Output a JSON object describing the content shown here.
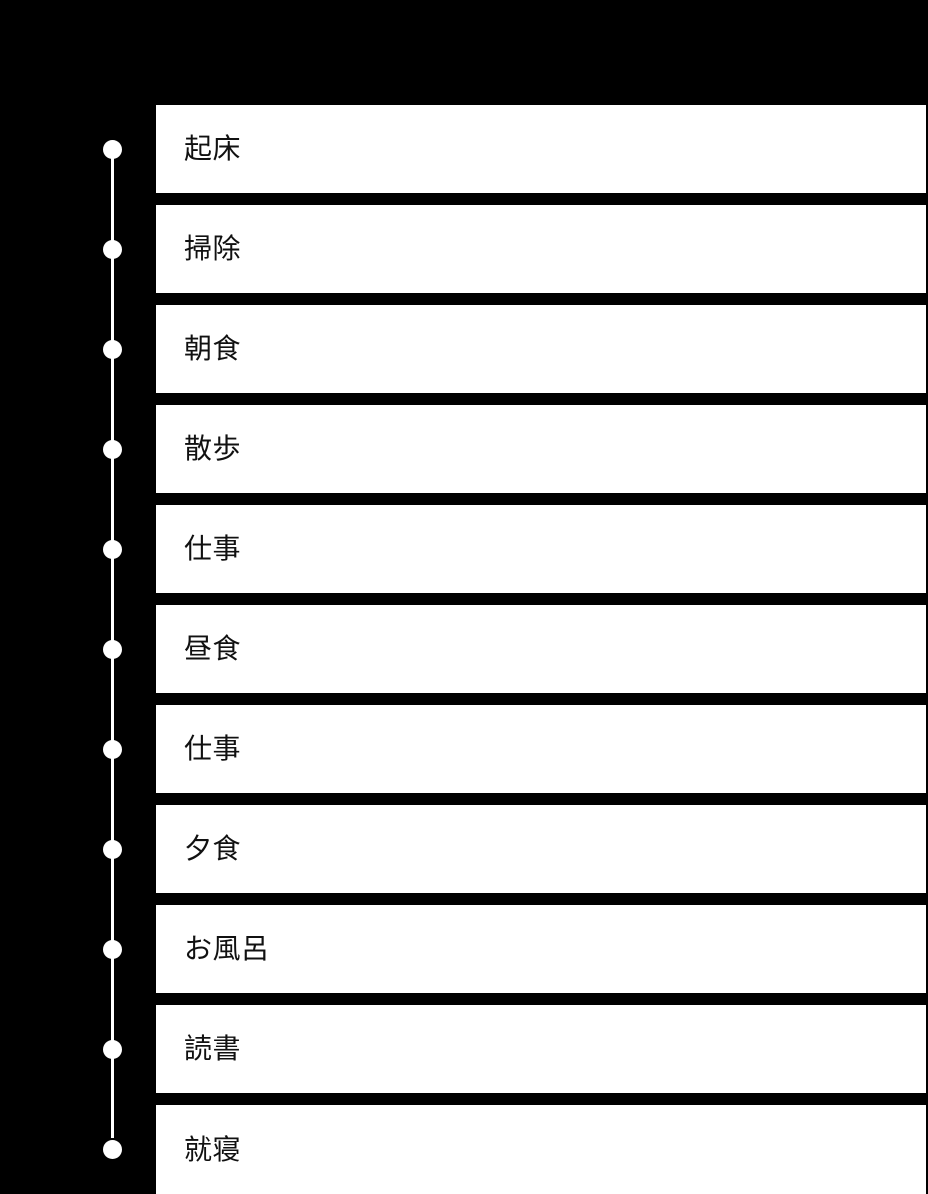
{
  "theme": {
    "background": "#000000",
    "card_background": "#ffffff",
    "text_color": "#111111",
    "rail_color": "#ffffff",
    "marker_color": "#ffffff"
  },
  "timeline": {
    "orientation": "vertical",
    "marker_shape": "circle",
    "items": [
      {
        "label": "起床"
      },
      {
        "label": "掃除"
      },
      {
        "label": "朝食"
      },
      {
        "label": "散歩"
      },
      {
        "label": "仕事"
      },
      {
        "label": "昼食"
      },
      {
        "label": "仕事"
      },
      {
        "label": "夕食"
      },
      {
        "label": "お風呂"
      },
      {
        "label": "読書"
      },
      {
        "label": "就寝"
      }
    ]
  }
}
